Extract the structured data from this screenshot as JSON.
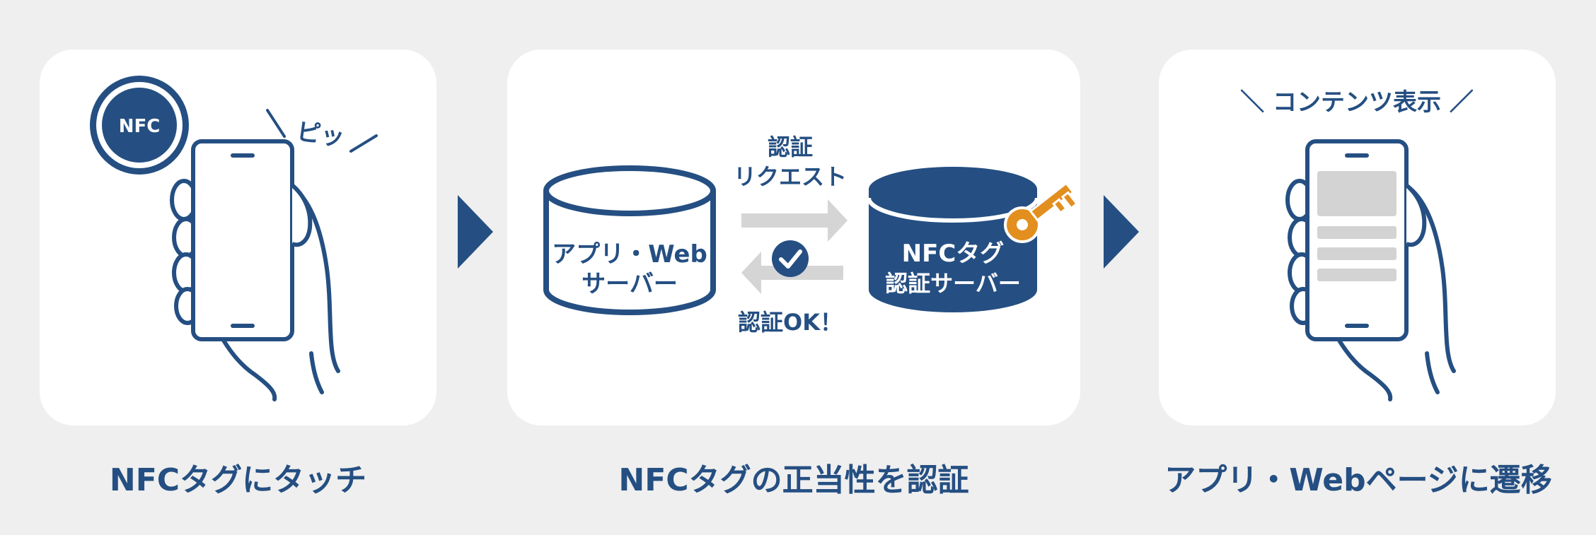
{
  "steps": [
    {
      "caption": "NFCタグにタッチ",
      "nfc_badge": "NFC",
      "sound": "ピッ"
    },
    {
      "caption": "NFCタグの正当性を認証",
      "app_server": [
        "アプリ・Web",
        "サーバー"
      ],
      "auth_server": [
        "NFCタグ",
        "認証サーバー"
      ],
      "request": [
        "認証",
        "リクエスト"
      ],
      "result": "認証OK！"
    },
    {
      "caption": "アプリ・Webページに遷移",
      "content_label": "＼ コンテンツ表示 ／"
    }
  ],
  "colors": {
    "navy": "#254f82",
    "orange": "#e38f1f",
    "gray_arrow": "#d5d5d5",
    "panel_bg": "#ffffff",
    "page_bg": "#efefef"
  },
  "icons": [
    "nfc-badge-icon",
    "smartphone-icon",
    "hand-icon",
    "database-icon",
    "key-icon",
    "checkmark-icon",
    "right-arrow-icon",
    "left-arrow-icon",
    "chevron-right-icon"
  ]
}
